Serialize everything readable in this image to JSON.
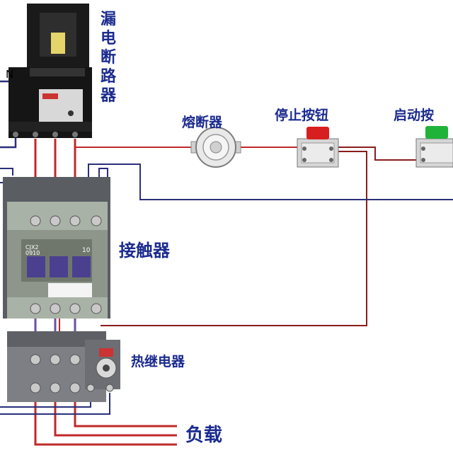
{
  "labels": {
    "breaker": "漏电断路器",
    "neutral": "N",
    "fuse": "熔断器",
    "stop_button": "停止按钮",
    "start_button": "启动按",
    "contactor": "接触器",
    "thermal_relay": "热继电器",
    "load": "负载",
    "contactor_model_line1": "CJX2",
    "contactor_model_line2": "0910",
    "contactor_rating": "10"
  },
  "colors": {
    "label_text": "#1b2b8f",
    "phase_wire": "#c0282a",
    "control_wire": "#8a1c1c",
    "neutral_wire": "#2a2f7a",
    "device_body": "#7d7f84",
    "contactor_body": "#9aa39a",
    "breaker_body": "#151515",
    "stop_cap": "#d81f1f",
    "start_cap": "#1fb33a"
  }
}
